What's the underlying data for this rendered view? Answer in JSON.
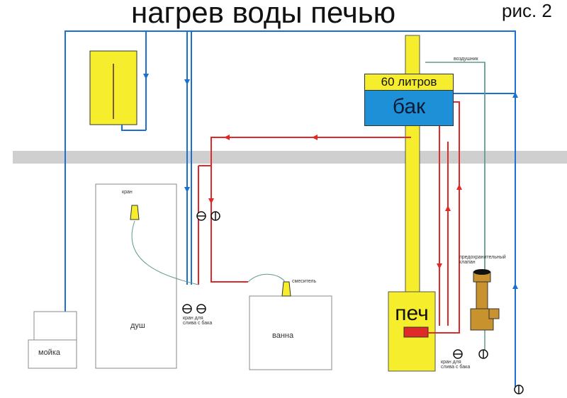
{
  "title": "нагрев воды печью",
  "figure_label": "рис. 2",
  "tank": {
    "capacity_label": "60 литров",
    "name": "бак"
  },
  "stove": {
    "label": "печ"
  },
  "small_labels": {
    "valve_top_left": "кран",
    "valve_mid_left": "кран для\nслива с бака",
    "valve_right": "кран для\nслива с бака",
    "faucet": "смеситель",
    "relief_valve": "предохранительный\nклапан",
    "top_right": "воздушник"
  },
  "rooms": {
    "shower": "душ",
    "bath": "ванна",
    "sink": "мойка"
  },
  "colors": {
    "cold_pipe": "#1a6fd1",
    "hot_pipe": "#e02a2a",
    "wall_band": "#cfcfcf",
    "tank_top": "#f6ee2d",
    "tank_body": "#1e90d8",
    "chimney": "#f6ee2d",
    "heater": "#f6ee2d",
    "relief_valve": "#c8922e",
    "gray_line": "#5f9a8e"
  },
  "icons": [
    "valve-symbol-icon",
    "faucet-icon",
    "relief-valve-icon",
    "heat-exchanger-icon",
    "water-heater-icon"
  ]
}
